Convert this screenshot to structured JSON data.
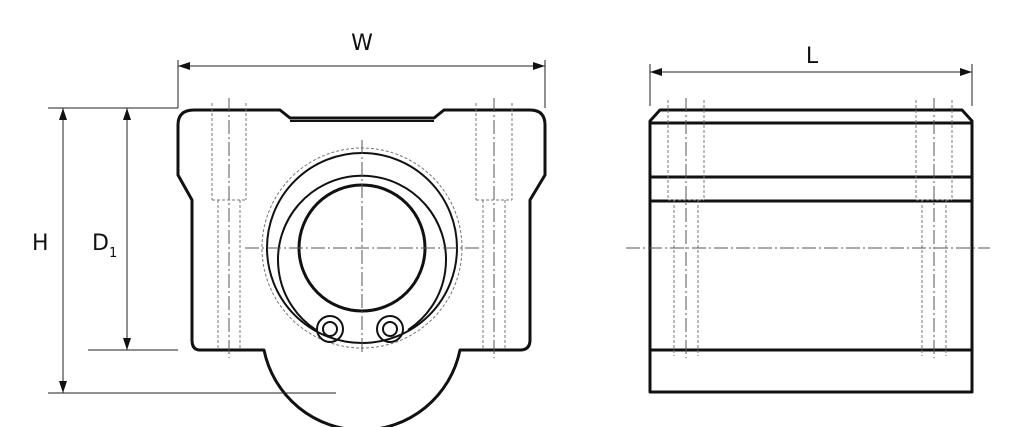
{
  "dimensions": {
    "width_label": "W",
    "length_label": "L",
    "height_label": "H",
    "bore_label_main": "D",
    "bore_label_sub": "1"
  }
}
